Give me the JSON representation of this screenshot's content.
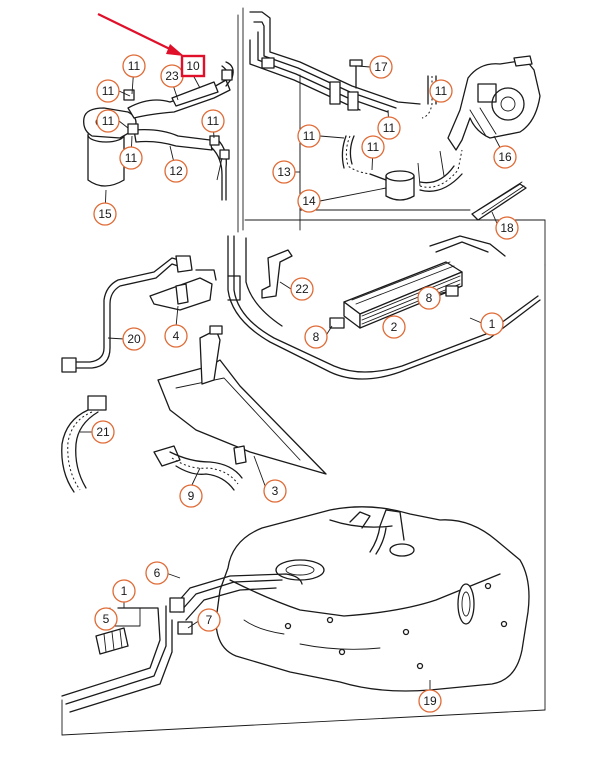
{
  "diagram": {
    "highlighted_part": "10",
    "arrow_color": "#e0102a",
    "callout_color": "#e06a35",
    "callouts": [
      "11",
      "23",
      "10",
      "11",
      "11",
      "11",
      "12",
      "11",
      "15",
      "17",
      "11",
      "11",
      "13",
      "11",
      "11",
      "14",
      "16",
      "18",
      "22",
      "8",
      "2",
      "1",
      "8",
      "20",
      "4",
      "21",
      "3",
      "9",
      "6",
      "1",
      "5",
      "7",
      "19"
    ]
  }
}
